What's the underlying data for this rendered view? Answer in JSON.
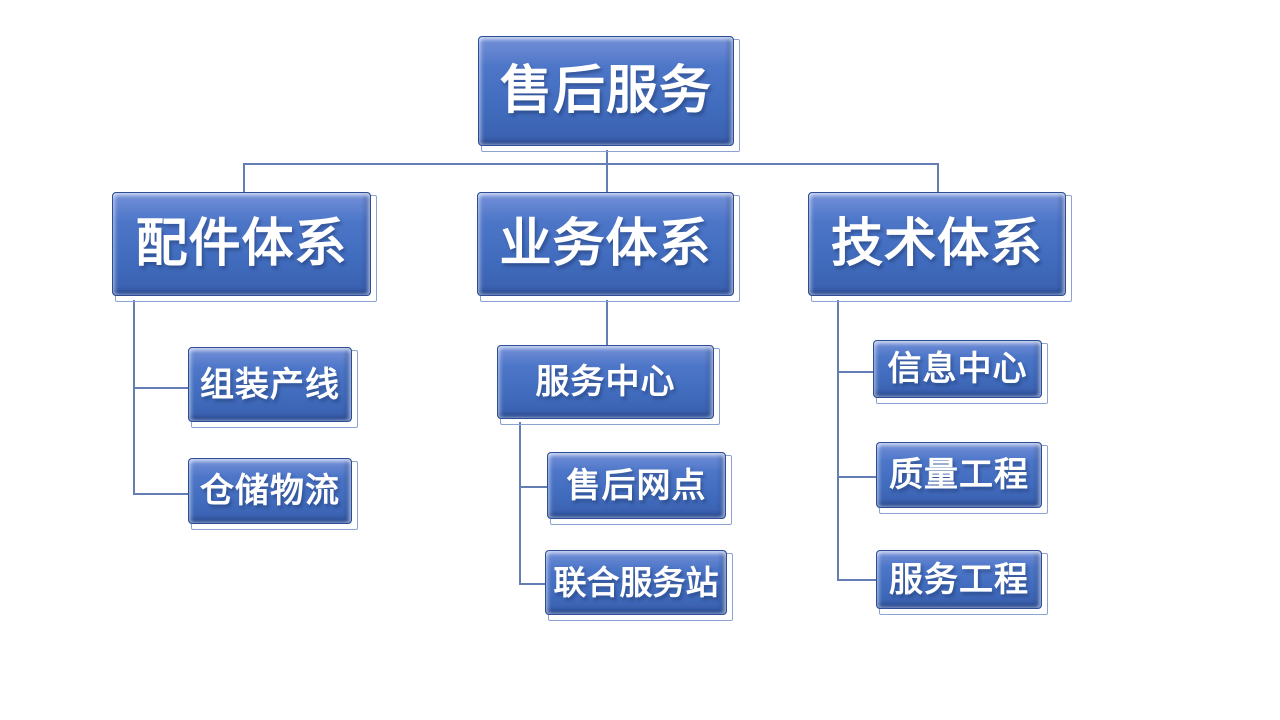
{
  "diagram": {
    "type": "org-chart",
    "root": {
      "label": "售后服务"
    },
    "branches": [
      {
        "label": "配件体系",
        "children": [
          {
            "label": "组装产线"
          },
          {
            "label": "仓储物流"
          }
        ]
      },
      {
        "label": "业务体系",
        "children": [
          {
            "label": "服务中心",
            "children": [
              {
                "label": "售后网点"
              },
              {
                "label": "联合服务站"
              }
            ]
          }
        ]
      },
      {
        "label": "技术体系",
        "children": [
          {
            "label": "信息中心"
          },
          {
            "label": "质量工程"
          },
          {
            "label": "服务工程"
          }
        ]
      }
    ],
    "colors": {
      "background": "#ffffff",
      "node_fill_top": "#7490d8",
      "node_fill_upper": "#4d76c8",
      "node_fill_mid": "#406bbc",
      "node_fill_bottom": "#3a5fae",
      "node_edge_dark": "#2d4e96",
      "outline": "#8ba2d2",
      "connector": "#647eb4",
      "text": "#ffffff"
    }
  }
}
